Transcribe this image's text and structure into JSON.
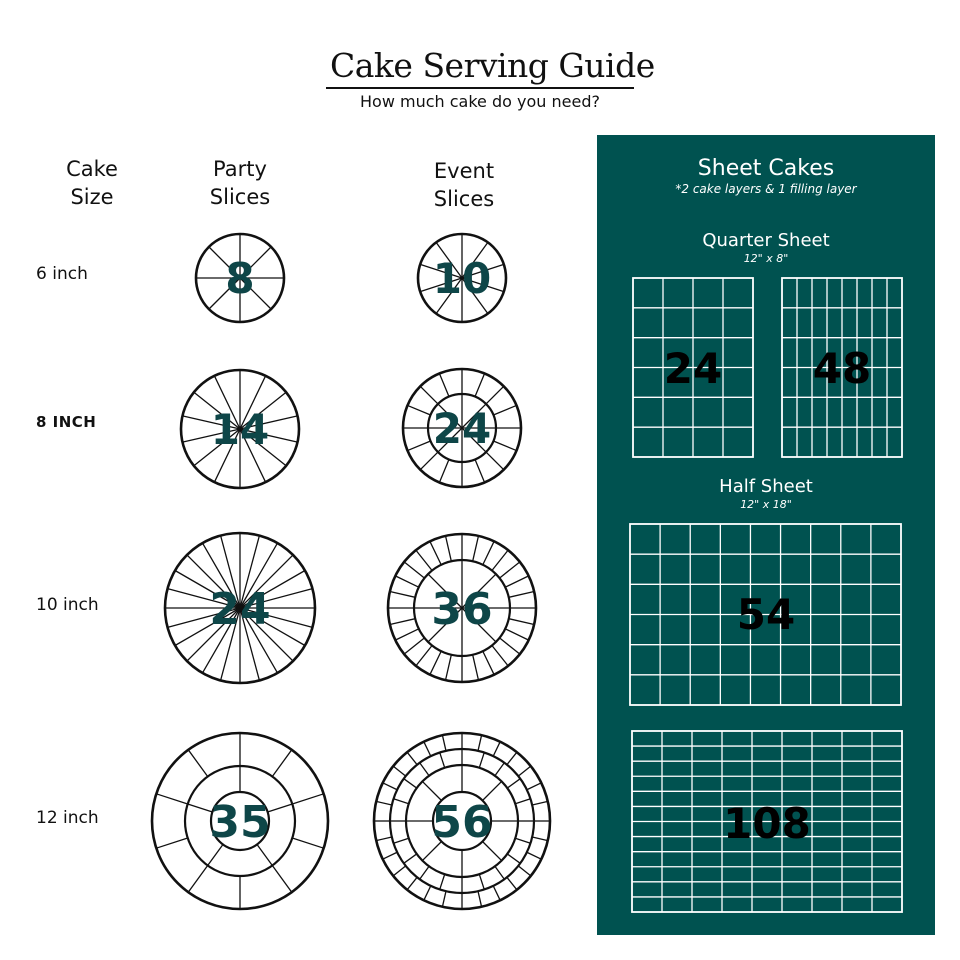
{
  "title": "Cake Serving Guide",
  "subtitle": "How much cake do you need?",
  "headers": {
    "cake_size": [
      "Cake",
      "Size"
    ],
    "party": [
      "Party",
      "Slices"
    ],
    "event": [
      "Event",
      "Slices"
    ]
  },
  "rows": [
    {
      "size": "6 inch",
      "party": "8",
      "event": "10"
    },
    {
      "size": "8 INCH",
      "party": "14",
      "event": "24"
    },
    {
      "size": "10 inch",
      "party": "24",
      "event": "36"
    },
    {
      "size": "12 inch",
      "party": "35",
      "event": "56"
    }
  ],
  "sheet_cakes": {
    "title": "Sheet Cakes",
    "note": "*2 cake layers & 1 filling layer",
    "quarter": {
      "title": "Quarter Sheet",
      "dims": "12\" x 8\"",
      "counts": [
        "24",
        "48"
      ]
    },
    "half": {
      "title": "Half Sheet",
      "dims": "12\" x 18\"",
      "counts": [
        "54",
        "108"
      ]
    }
  },
  "colors": {
    "panel": "#005250",
    "number": "#0e4648",
    "grid_line": "#ffffff",
    "ink": "#111111"
  }
}
